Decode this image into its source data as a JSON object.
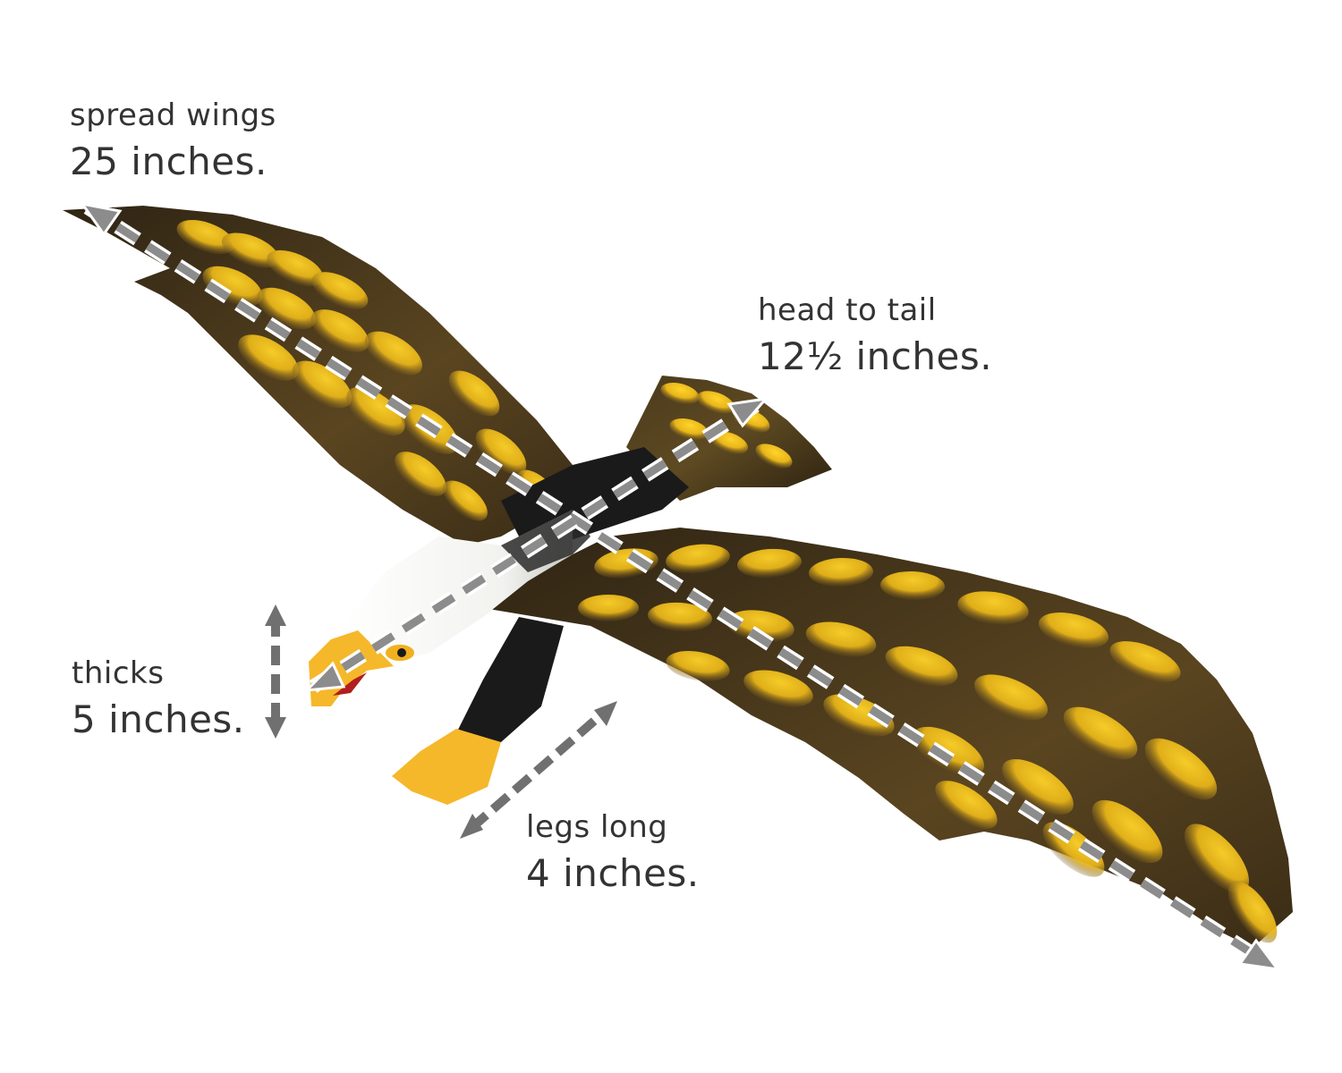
{
  "measurements": {
    "wingspan": {
      "caption": "spread wings",
      "value": "25  inches."
    },
    "head_to_tail": {
      "caption": "head to tail",
      "value": "12½ inches."
    },
    "thickness": {
      "caption": "thicks",
      "value": "5 inches."
    },
    "legs": {
      "caption": "legs long",
      "value": "4 inches."
    }
  },
  "colors": {
    "feather_dark": "#3b2e1a",
    "feather_yellow": "#f2c21a",
    "head_white": "#f7f7f5",
    "beak_yellow": "#f5b82a",
    "leg_black": "#1a1a1a",
    "arrow_gray": "#8c8c8c"
  }
}
